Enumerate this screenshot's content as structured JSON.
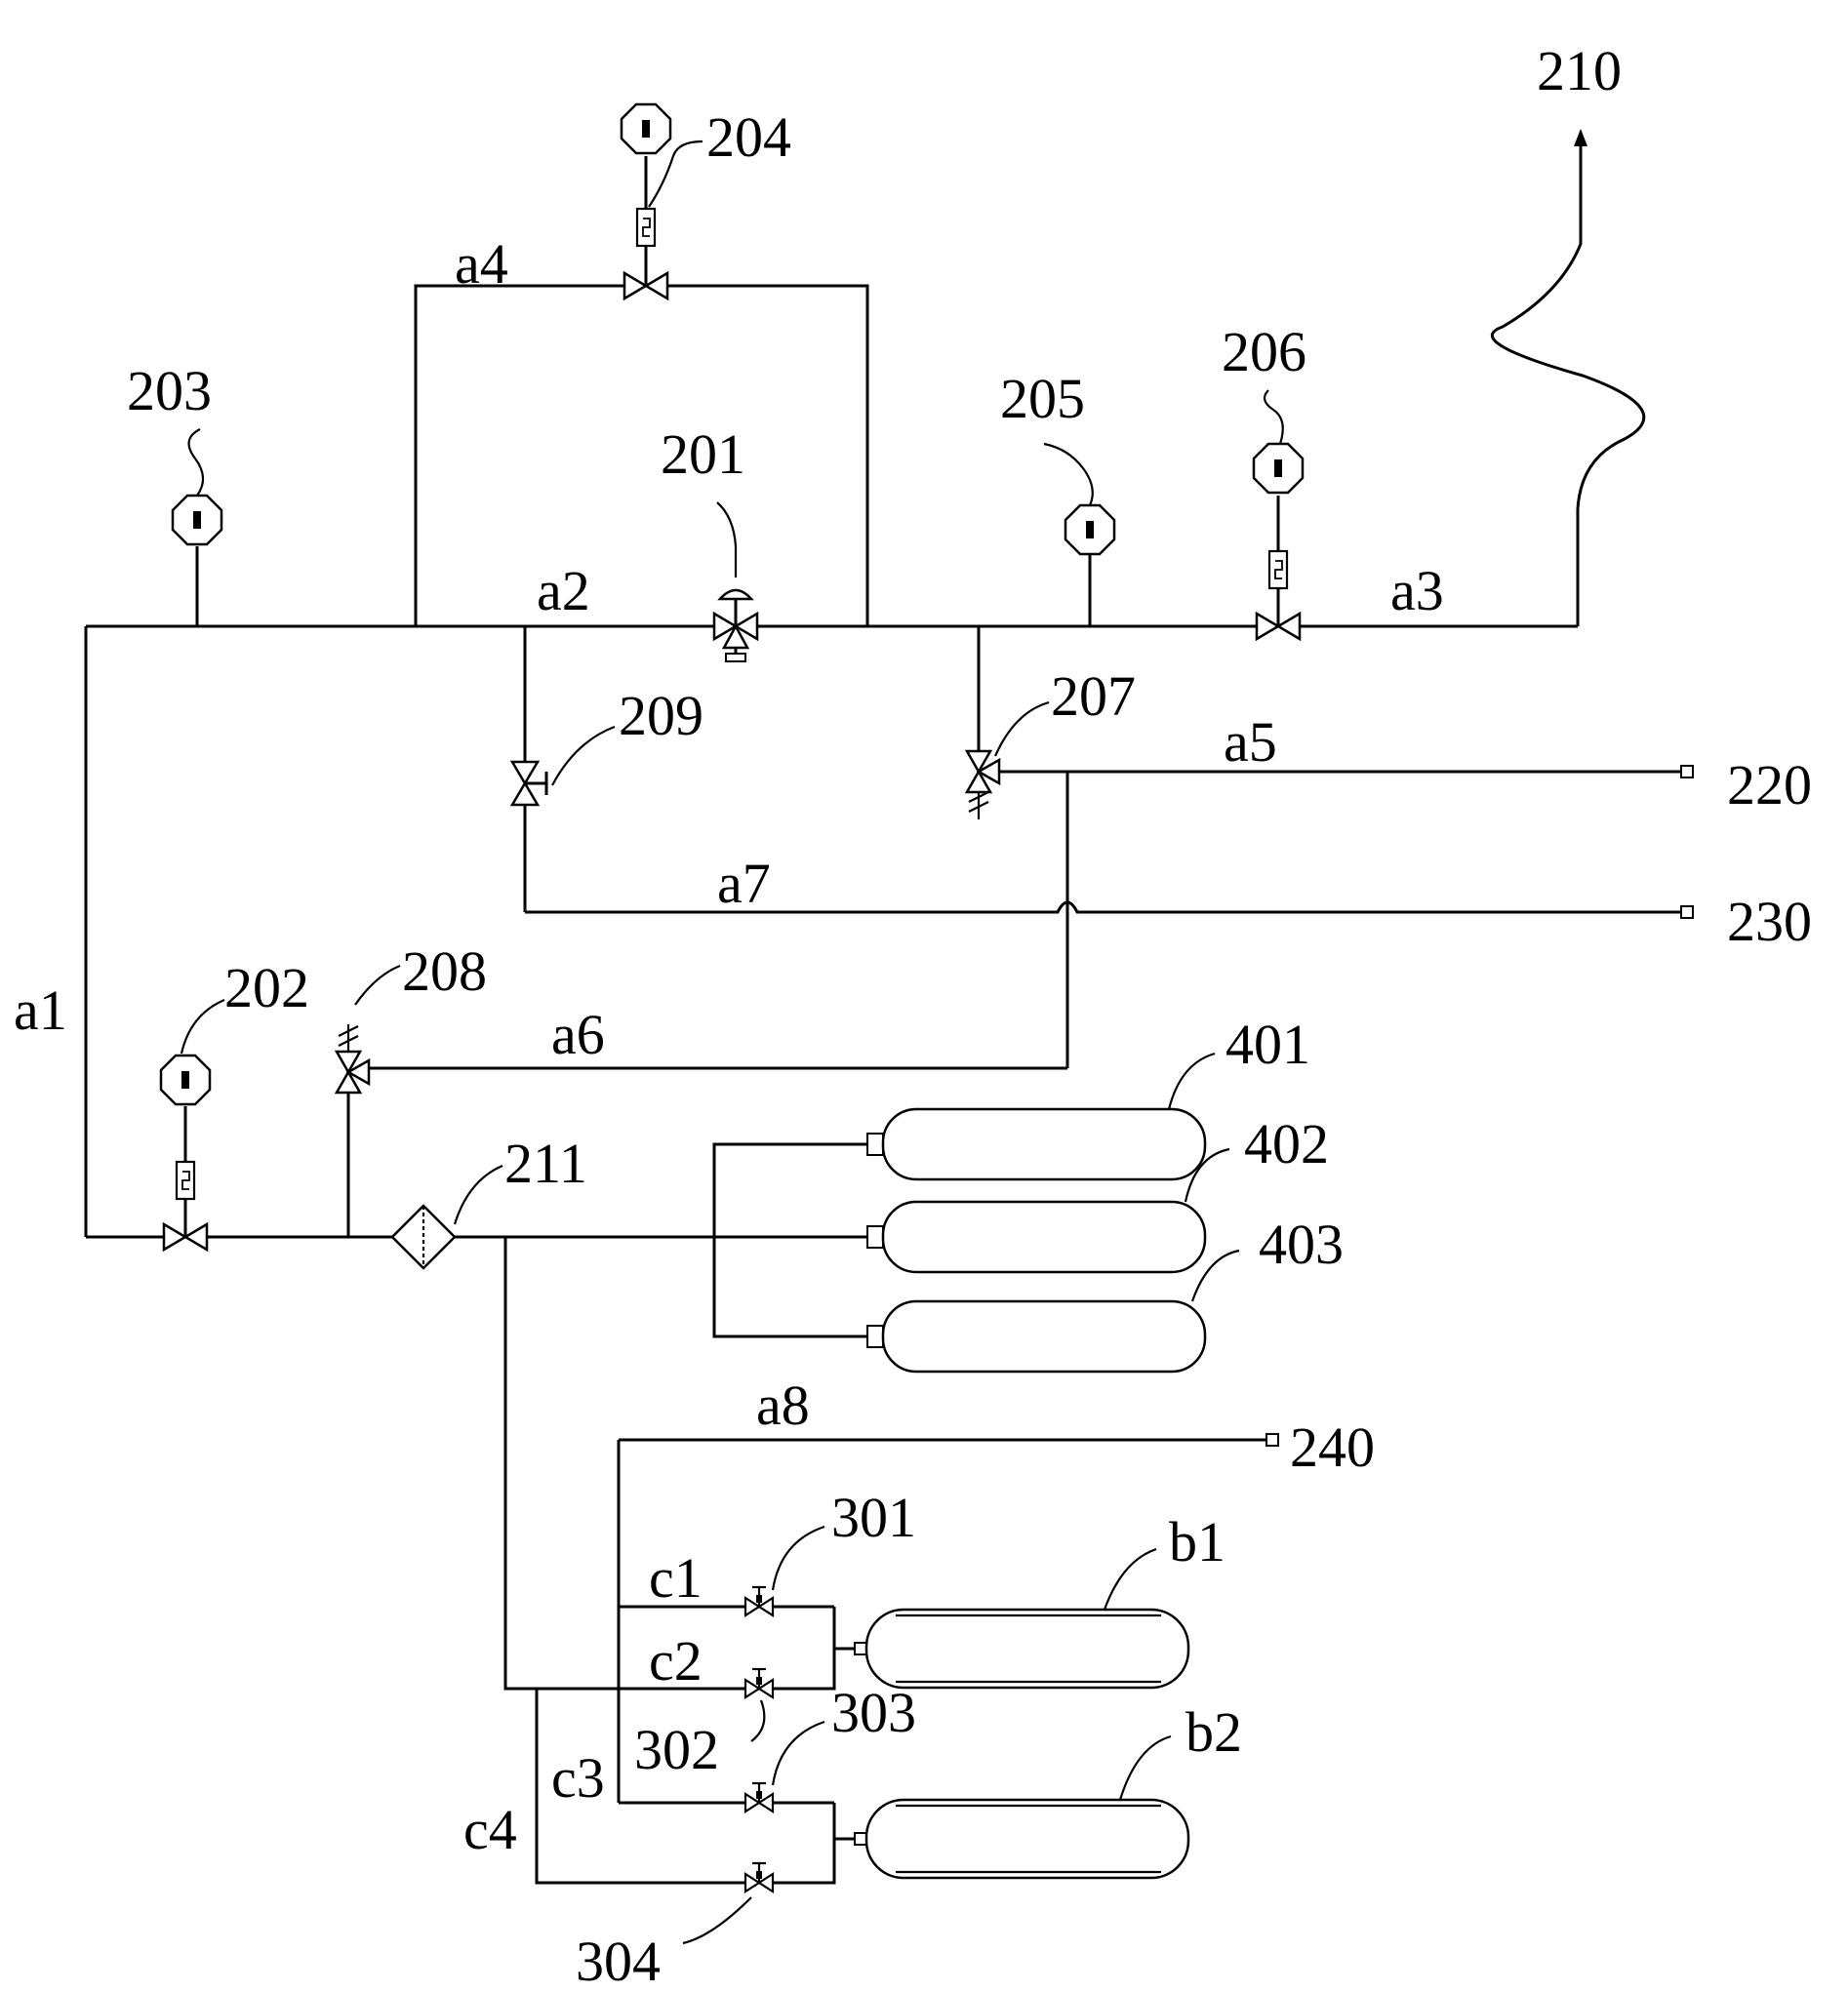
{
  "labels": {
    "l201": "201",
    "l202": "202",
    "l203": "203",
    "l204": "204",
    "l205": "205",
    "l206": "206",
    "l207": "207",
    "l208": "208",
    "l209": "209",
    "l210": "210",
    "l211": "211",
    "l220": "220",
    "l230": "230",
    "l240": "240",
    "l301": "301",
    "l302": "302",
    "l303": "303",
    "l304": "304",
    "l401": "401",
    "l402": "402",
    "l403": "403",
    "a1": "a1",
    "a2": "a2",
    "a3": "a3",
    "a4": "a4",
    "a5": "a5",
    "a6": "a6",
    "a7": "a7",
    "a8": "a8",
    "b1": "b1",
    "b2": "b2",
    "c1": "c1",
    "c2": "c2",
    "c3": "c3",
    "c4": "c4"
  }
}
